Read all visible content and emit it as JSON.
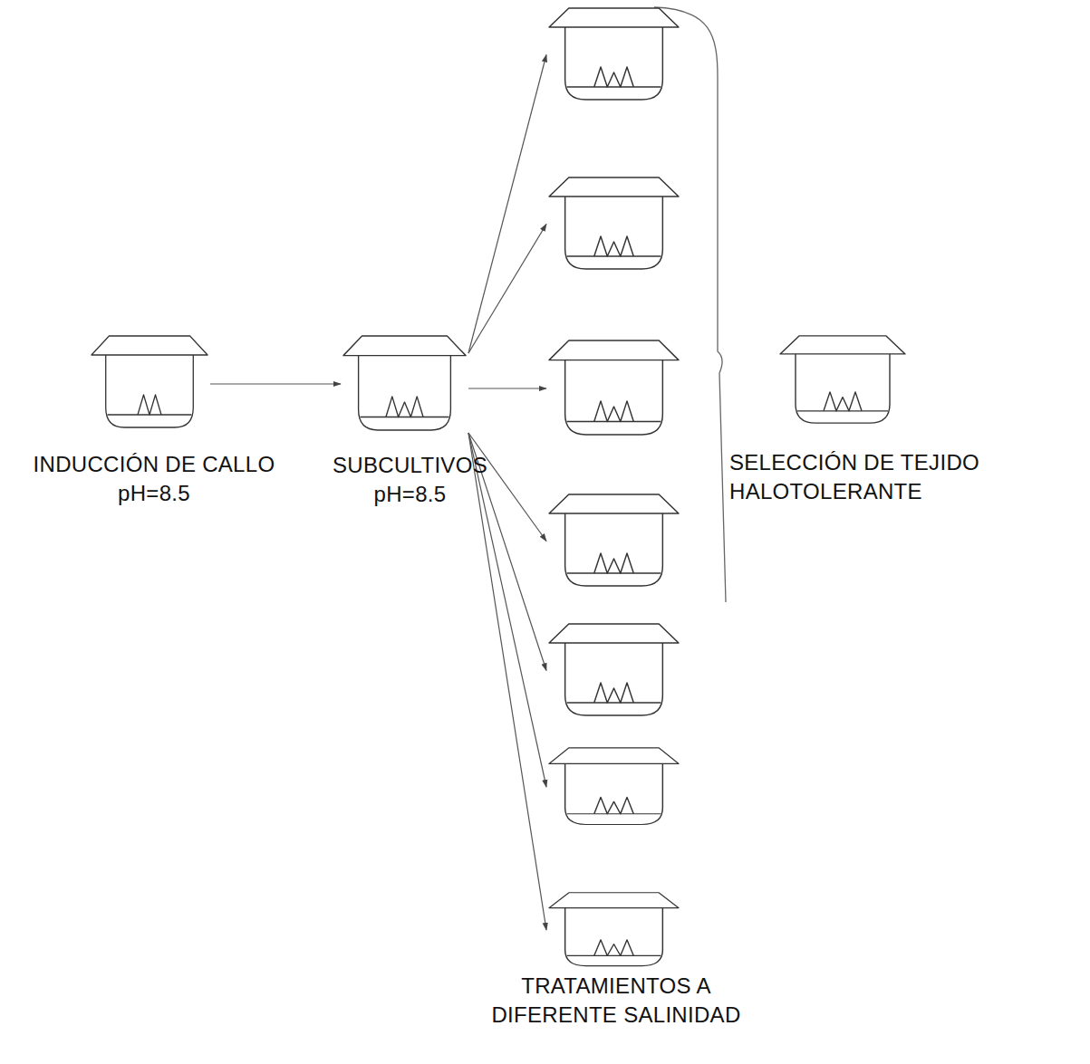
{
  "diagram": {
    "nodes": [
      {
        "text": [
          "INDUCCIÓN DE CALLO pH=8.5"
        ]
      },
      {
        "text": [
          "SUBCULTIVOS pH=8.5"
        ]
      },
      {
        "text": []
      },
      {
        "text": []
      },
      {
        "text": []
      },
      {
        "text": []
      },
      {
        "text": []
      },
      {
        "text": []
      },
      {
        "text": [
          "TRATAMIENTOS A DIFERENTE SALINIDAD"
        ]
      },
      {
        "text": [
          "SELECCIÓN DE TEJIDO HALOTOLERANTE"
        ]
      }
    ],
    "edges": [
      {
        "from": 0,
        "to": 1,
        "arrow": "to"
      },
      {
        "from": 1,
        "to": 2,
        "arrow": "to"
      },
      {
        "from": 1,
        "to": 3,
        "arrow": "to"
      },
      {
        "from": 1,
        "to": 4,
        "arrow": "to"
      },
      {
        "from": 1,
        "to": 5,
        "arrow": "to"
      },
      {
        "from": 1,
        "to": 6,
        "arrow": "to"
      },
      {
        "from": 1,
        "to": 7,
        "arrow": "to"
      },
      {
        "from": 1,
        "to": 8,
        "arrow": "to"
      }
    ]
  }
}
